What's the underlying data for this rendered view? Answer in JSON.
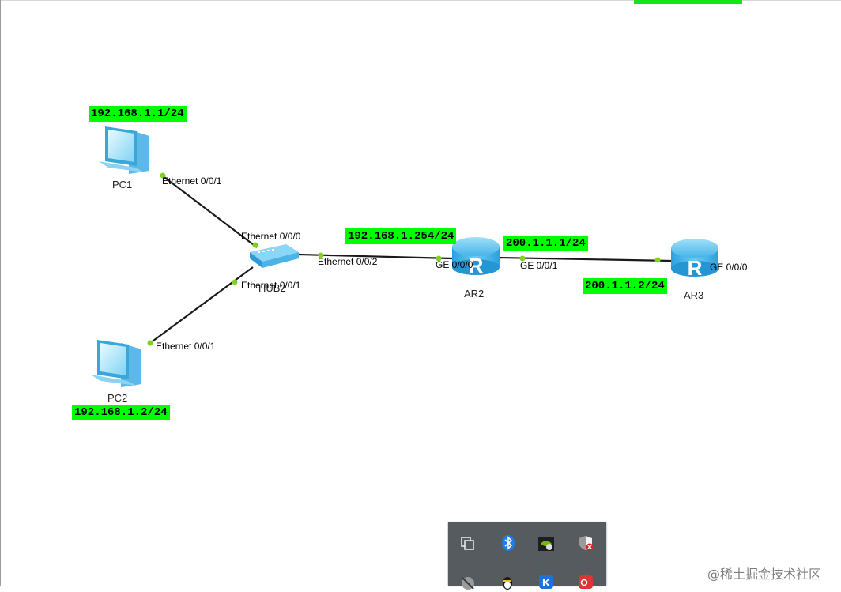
{
  "devices": {
    "pc1": {
      "name": "PC1",
      "ip": "192.168.1.1/24"
    },
    "pc2": {
      "name": "PC2",
      "ip": "192.168.1.2/24"
    },
    "hub": {
      "name": "HUB2"
    },
    "ar2": {
      "name": "AR2",
      "ip_left": "192.168.1.254/24",
      "ip_right": "200.1.1.1/24"
    },
    "ar3": {
      "name": "AR3",
      "ip": "200.1.1.2/24"
    }
  },
  "ports": {
    "pc1_eth": "Ethernet 0/0/1",
    "hub_eth0": "Ethernet 0/0/0",
    "hub_eth1": "Ethernet 0/0/1",
    "hub_eth2": "Ethernet 0/0/2",
    "pc2_eth": "Ethernet 0/0/1",
    "ar2_ge0": "GE 0/0/0",
    "ar2_ge1": "GE 0/0/1",
    "ar3_ge0": "GE 0/0/0"
  },
  "colors": {
    "ip_label_bg": "#00ff00",
    "port_dot": "#7ed321",
    "link": "#1a1a1a",
    "router": "#5bc0f0"
  },
  "tray": {
    "icons": [
      "task-view-icon",
      "bluetooth-icon",
      "nvidia-icon",
      "security-warning-icon",
      "mute-icon",
      "qq-penguin-icon",
      "k-app-icon",
      "recorder-icon"
    ]
  },
  "watermark": "@稀土掘金技术社区"
}
